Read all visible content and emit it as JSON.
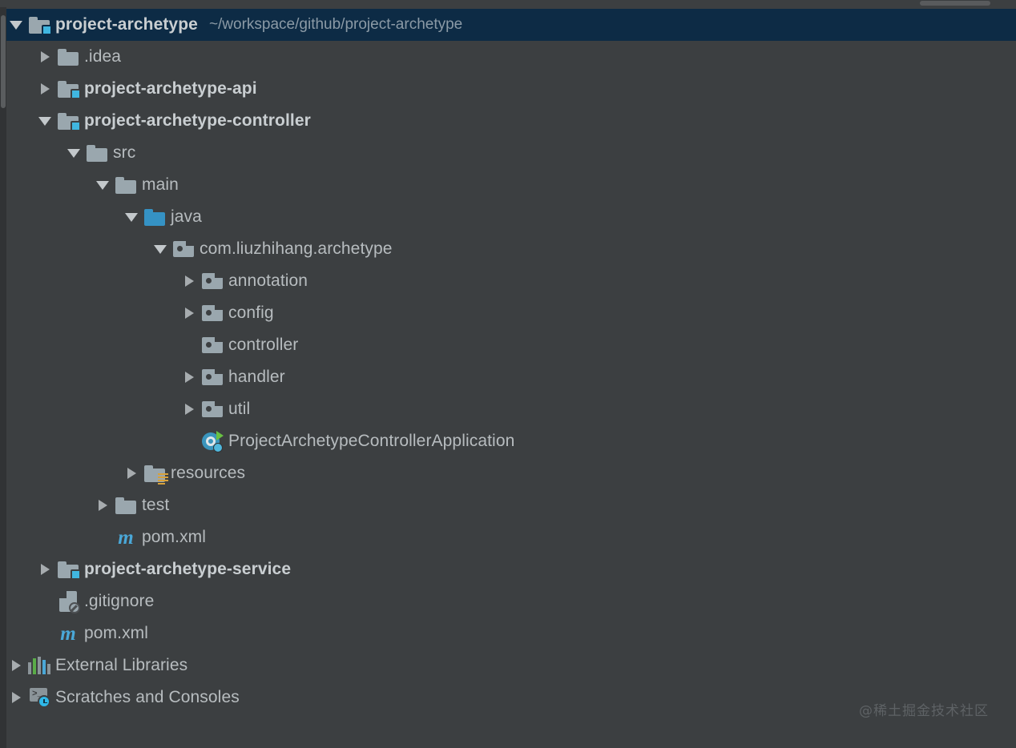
{
  "window": {
    "theme_bg": "#3c3f41",
    "selected_bg": "#0d2b45",
    "text_color": "#b7bcbf",
    "accent_blue": "#40b6e0"
  },
  "watermark": "@稀土掘金技术社区",
  "tree": {
    "root": {
      "label": "project-archetype",
      "path": "~/workspace/github/project-archetype",
      "icon": "module-folder-icon",
      "state": "expanded",
      "selected": true
    },
    "nodes": [
      {
        "label": ".idea",
        "icon": "folder-icon",
        "state": "collapsed",
        "depth": 1,
        "bold": false
      },
      {
        "label": "project-archetype-api",
        "icon": "module-folder-icon",
        "state": "collapsed",
        "depth": 1,
        "bold": true
      },
      {
        "label": "project-archetype-controller",
        "icon": "module-folder-icon",
        "state": "expanded",
        "depth": 1,
        "bold": true
      },
      {
        "label": "src",
        "icon": "folder-icon",
        "state": "expanded",
        "depth": 2,
        "bold": false
      },
      {
        "label": "main",
        "icon": "folder-icon",
        "state": "expanded",
        "depth": 3,
        "bold": false
      },
      {
        "label": "java",
        "icon": "source-root-icon",
        "state": "expanded",
        "depth": 4,
        "bold": false
      },
      {
        "label": "com.liuzhihang.archetype",
        "icon": "package-icon",
        "state": "expanded",
        "depth": 5,
        "bold": false
      },
      {
        "label": "annotation",
        "icon": "package-icon",
        "state": "collapsed",
        "depth": 6,
        "bold": false
      },
      {
        "label": "config",
        "icon": "package-icon",
        "state": "collapsed",
        "depth": 6,
        "bold": false
      },
      {
        "label": "controller",
        "icon": "package-icon",
        "state": "leaf",
        "depth": 6,
        "bold": false
      },
      {
        "label": "handler",
        "icon": "package-icon",
        "state": "collapsed",
        "depth": 6,
        "bold": false
      },
      {
        "label": "util",
        "icon": "package-icon",
        "state": "collapsed",
        "depth": 6,
        "bold": false
      },
      {
        "label": "ProjectArchetypeControllerApplication",
        "icon": "spring-boot-run-icon",
        "state": "leaf",
        "depth": 6,
        "bold": false
      },
      {
        "label": "resources",
        "icon": "resources-folder-icon",
        "state": "collapsed",
        "depth": 4,
        "bold": false
      },
      {
        "label": "test",
        "icon": "folder-icon",
        "state": "collapsed",
        "depth": 3,
        "bold": false
      },
      {
        "label": "pom.xml",
        "icon": "maven-icon",
        "state": "leaf",
        "depth": 3,
        "bold": false
      },
      {
        "label": "project-archetype-service",
        "icon": "module-folder-icon",
        "state": "collapsed",
        "depth": 1,
        "bold": true
      },
      {
        "label": ".gitignore",
        "icon": "ignored-file-icon",
        "state": "leaf",
        "depth": 1,
        "bold": false
      },
      {
        "label": "pom.xml",
        "icon": "maven-icon",
        "state": "leaf",
        "depth": 1,
        "bold": false
      },
      {
        "label": "External Libraries",
        "icon": "libraries-icon",
        "state": "collapsed",
        "depth": 0,
        "bold": false
      },
      {
        "label": "Scratches and Consoles",
        "icon": "scratches-icon",
        "state": "collapsed",
        "depth": 0,
        "bold": false
      }
    ]
  }
}
